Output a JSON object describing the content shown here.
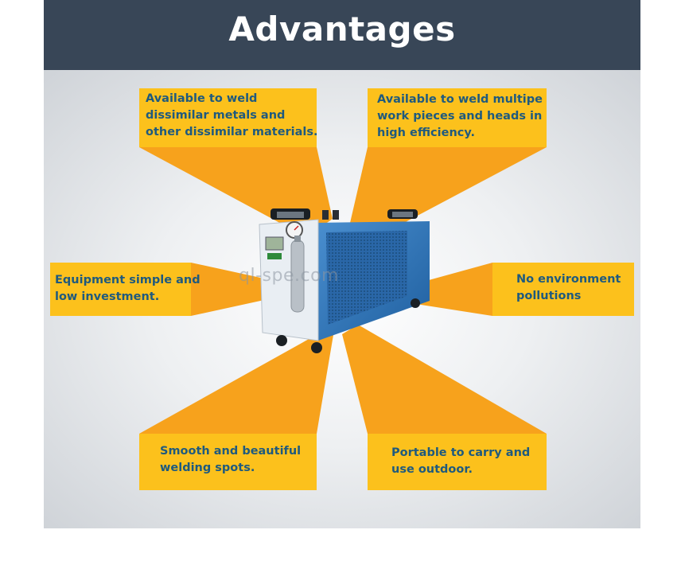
{
  "title": "Advantages",
  "watermark": "ql-spe.com",
  "callouts": {
    "top_left": "Available to weld\ndissimilar metals and\nother dissimilar materials.",
    "top_right": "Available to weld multipe\nwork pieces and heads in\nhigh efficiency.",
    "mid_left": "Equipment simple and\nlow investment.",
    "mid_right": "No environment\npollutions",
    "bottom_left": "Smooth and beautiful\nwelding spots.",
    "bottom_right": "Portable to carry and\nuse outdoor."
  },
  "colors": {
    "header": "#384657",
    "callout": "#fcc11c",
    "ray": "#f7a21c",
    "text": "#1f5a7e",
    "machine_body": "#2f74b8"
  },
  "icons": [
    "welding-machine-illustration",
    "pressure-gauge-icon"
  ]
}
